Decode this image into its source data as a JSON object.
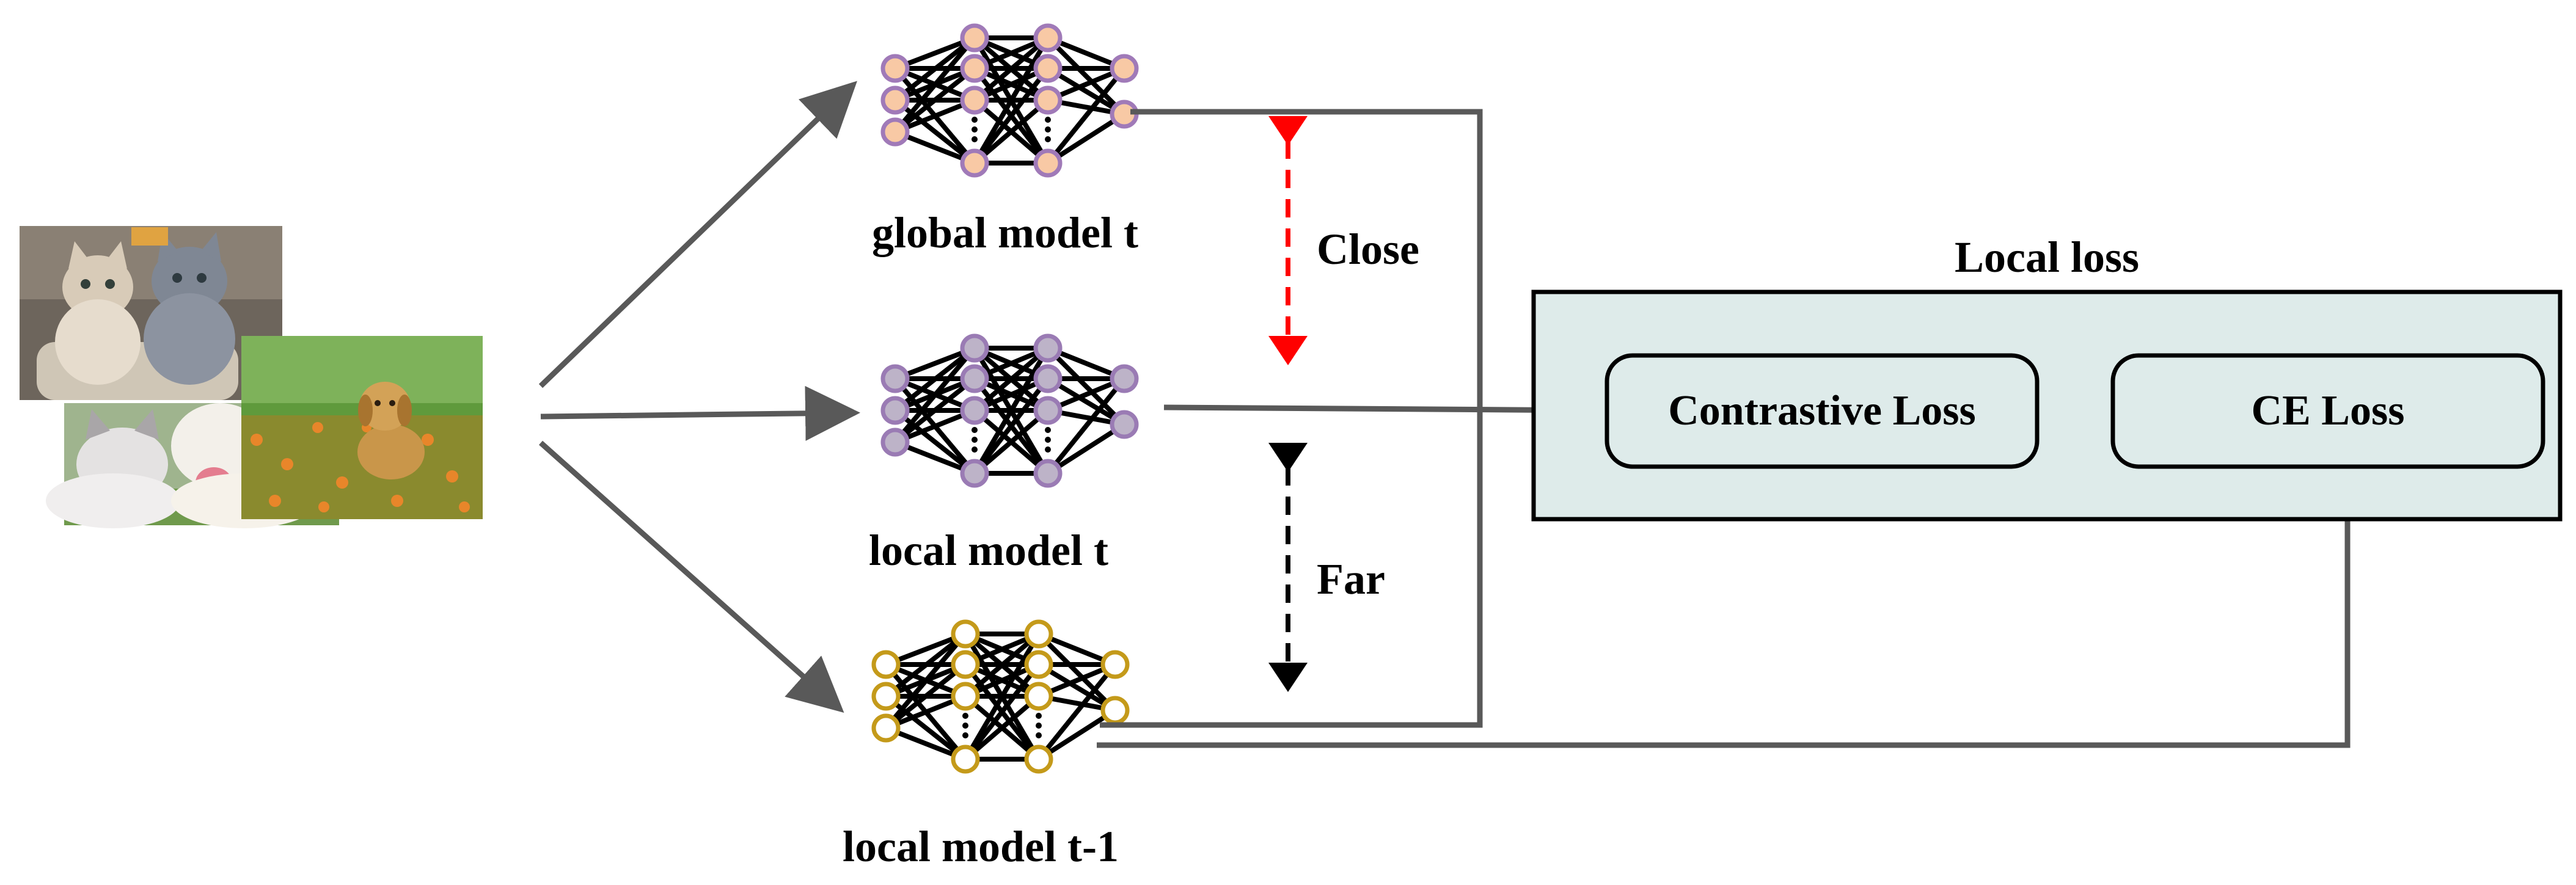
{
  "labels": {
    "global_model": "global model t",
    "local_model": "local model t",
    "local_model_prev": "local model t-1",
    "close": "Close",
    "far": "Far",
    "local_loss_title": "Local loss",
    "contrastive_loss": "Contrastive Loss",
    "ce_loss": "CE Loss"
  },
  "colors": {
    "arrow": "#595959",
    "close_arrow": "#ff0000",
    "far_arrow": "#000000",
    "global_node_fill": "#f8c9a5",
    "global_node_stroke": "#a07ab8",
    "local_node_fill": "#bdb3c8",
    "local_node_stroke": "#9a7bb4",
    "prev_node_fill": "#ffffff",
    "prev_node_stroke": "#c49a1a",
    "loss_panel_fill": "#deebea",
    "loss_box_fill": "#deebea"
  },
  "icons": {
    "input_images": "cat-and-dog-photos",
    "networks": "neural-network-icon"
  }
}
